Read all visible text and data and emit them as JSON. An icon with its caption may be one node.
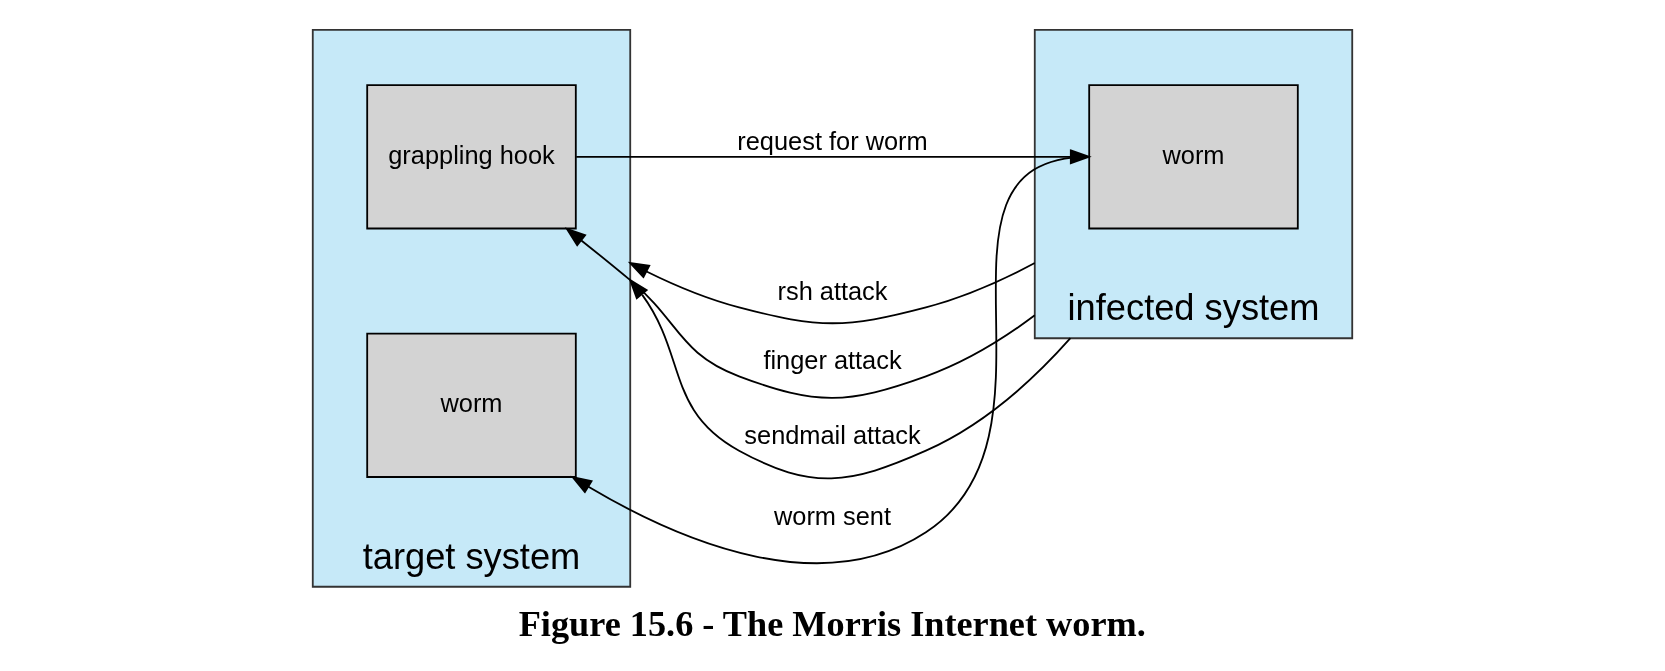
{
  "diagram": {
    "caption": "Figure 15.6 - The Morris Internet worm.",
    "nodes": [
      {
        "text": [
          "target system"
        ]
      },
      {
        "text": [
          "grappling hook"
        ],
        "in": 0
      },
      {
        "text": [
          "worm"
        ],
        "in": 0
      },
      {
        "text": [
          "infected system"
        ]
      },
      {
        "text": [
          "worm"
        ],
        "in": 3
      }
    ],
    "edges": [
      {
        "from": 3,
        "to": 0,
        "arrow": "to",
        "label": "rsh attack"
      },
      {
        "from": 3,
        "to": 1,
        "arrow": "to",
        "label": "finger attack"
      },
      {
        "from": 3,
        "to": 0,
        "arrow": "to",
        "label": "sendmail attack"
      },
      {
        "from": 1,
        "to": 4,
        "arrow": "to",
        "label": "request for worm"
      },
      {
        "from": 4,
        "to": 2,
        "arrow": "to",
        "label": "worm sent"
      }
    ]
  }
}
